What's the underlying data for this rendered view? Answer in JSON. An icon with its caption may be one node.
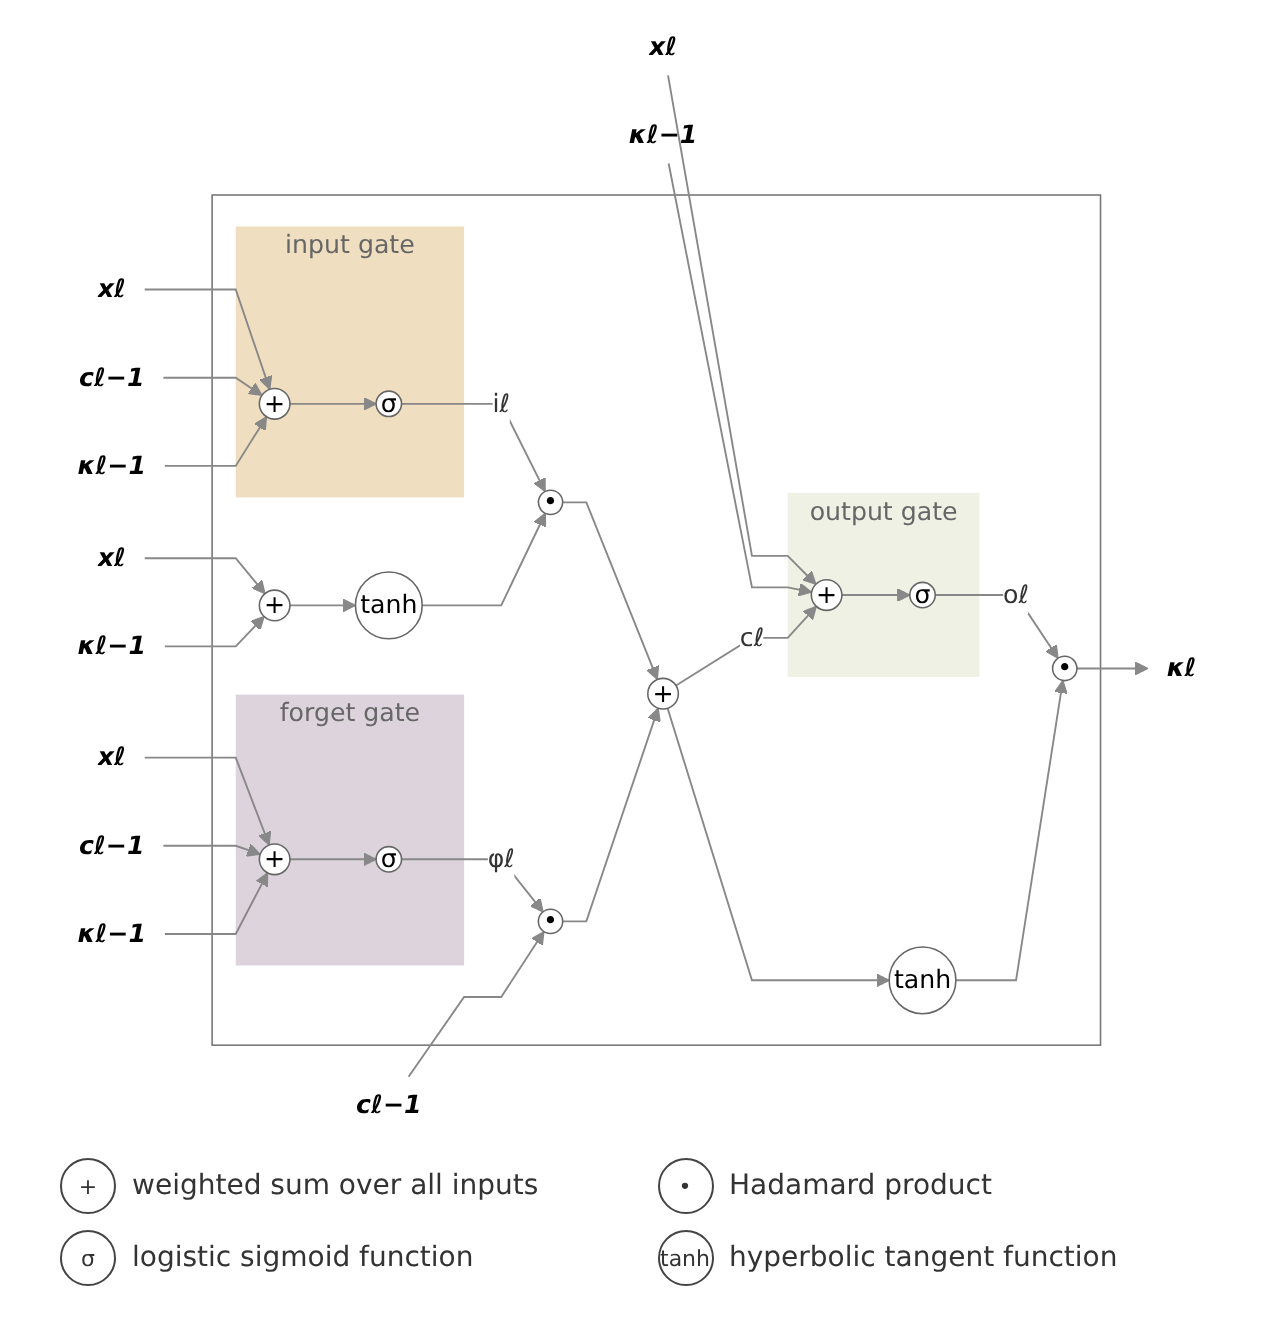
{
  "diagram": {
    "nodes": [
      {
        "text": [],
        "shape": "box"
      },
      {
        "text": [
          "xℓ"
        ]
      },
      {
        "text": [
          "κℓ−1"
        ]
      },
      {
        "text": [
          "xℓ"
        ]
      },
      {
        "text": [
          "κℓ−1"
        ]
      },
      {
        "text": [
          "input gate"
        ],
        "in": 0
      },
      {
        "text": [
          "xℓ"
        ]
      },
      {
        "text": [
          "cℓ−1"
        ]
      },
      {
        "text": [
          "κℓ−1"
        ]
      },
      {
        "text": [
          "+"
        ],
        "in": 5
      },
      {
        "text": [
          "σ"
        ],
        "in": 5
      },
      {
        "text": [
          "+"
        ],
        "in": 0
      },
      {
        "text": [
          "tanh"
        ],
        "in": 0
      },
      {
        "text": [
          "•"
        ],
        "in": 0
      },
      {
        "text": [
          "+"
        ],
        "in": 0
      },
      {
        "text": [
          "•"
        ],
        "in": 0
      },
      {
        "text": [
          "forget gate"
        ],
        "in": 0
      },
      {
        "text": [
          "σ"
        ],
        "in": 16
      },
      {
        "text": [
          "+"
        ],
        "in": 16
      },
      {
        "text": [
          "output gate"
        ],
        "in": 0
      },
      {
        "text": [
          "+"
        ],
        "in": 19
      },
      {
        "text": [
          "σ"
        ],
        "in": 19
      },
      {
        "text": [
          "tanh"
        ],
        "in": 0
      },
      {
        "text": [
          "•"
        ],
        "in": 0
      },
      {
        "text": [
          "xℓ"
        ]
      },
      {
        "text": [
          "cℓ−1"
        ]
      },
      {
        "text": [
          "κℓ−1"
        ]
      },
      {
        "text": [
          "cℓ−1"
        ]
      },
      {
        "text": [
          "κℓ"
        ]
      }
    ],
    "edges": [
      {
        "from": 1,
        "to": 11,
        "arrow": "to"
      },
      {
        "from": 2,
        "to": 11,
        "arrow": "to"
      },
      {
        "from": 3,
        "to": 20,
        "arrow": "to"
      },
      {
        "from": 4,
        "to": 20,
        "arrow": "to"
      },
      {
        "from": 6,
        "to": 9,
        "arrow": "to"
      },
      {
        "from": 7,
        "to": 9,
        "arrow": "to"
      },
      {
        "from": 8,
        "to": 9,
        "arrow": "to"
      },
      {
        "from": 9,
        "to": 10,
        "arrow": "to"
      },
      {
        "from": 10,
        "to": 13,
        "arrow": "to",
        "label": "iℓ"
      },
      {
        "from": 11,
        "to": 12,
        "arrow": "to"
      },
      {
        "from": 12,
        "to": 13,
        "arrow": "to"
      },
      {
        "from": 13,
        "to": 14,
        "arrow": "to"
      },
      {
        "from": 14,
        "to": 20,
        "arrow": "to",
        "label": "cℓ"
      },
      {
        "from": 14,
        "to": 22,
        "arrow": "to"
      },
      {
        "from": 15,
        "to": 14,
        "arrow": "to"
      },
      {
        "from": 17,
        "to": 15,
        "arrow": "to",
        "label": "φℓ"
      },
      {
        "from": 18,
        "to": 17,
        "arrow": "to"
      },
      {
        "from": 20,
        "to": 21,
        "arrow": "to"
      },
      {
        "from": 21,
        "to": 23,
        "arrow": "to",
        "label": "oℓ"
      },
      {
        "from": 22,
        "to": 23,
        "arrow": "to"
      },
      {
        "from": 23,
        "to": 28,
        "arrow": "to"
      },
      {
        "from": 24,
        "to": 18,
        "arrow": "to"
      },
      {
        "from": 25,
        "to": 18,
        "arrow": "to"
      },
      {
        "from": 26,
        "to": 18,
        "arrow": "to"
      },
      {
        "from": 27,
        "to": 15,
        "arrow": "to"
      }
    ],
    "labels": [
      "+",
      "•",
      "σ",
      "tanh"
    ],
    "legend": [
      {
        "text": "weighted sum over all inputs"
      },
      {
        "text": "Hadamard product"
      },
      {
        "text": "logistic sigmoid function"
      },
      {
        "text": "hyperbolic tangent function"
      }
    ]
  }
}
